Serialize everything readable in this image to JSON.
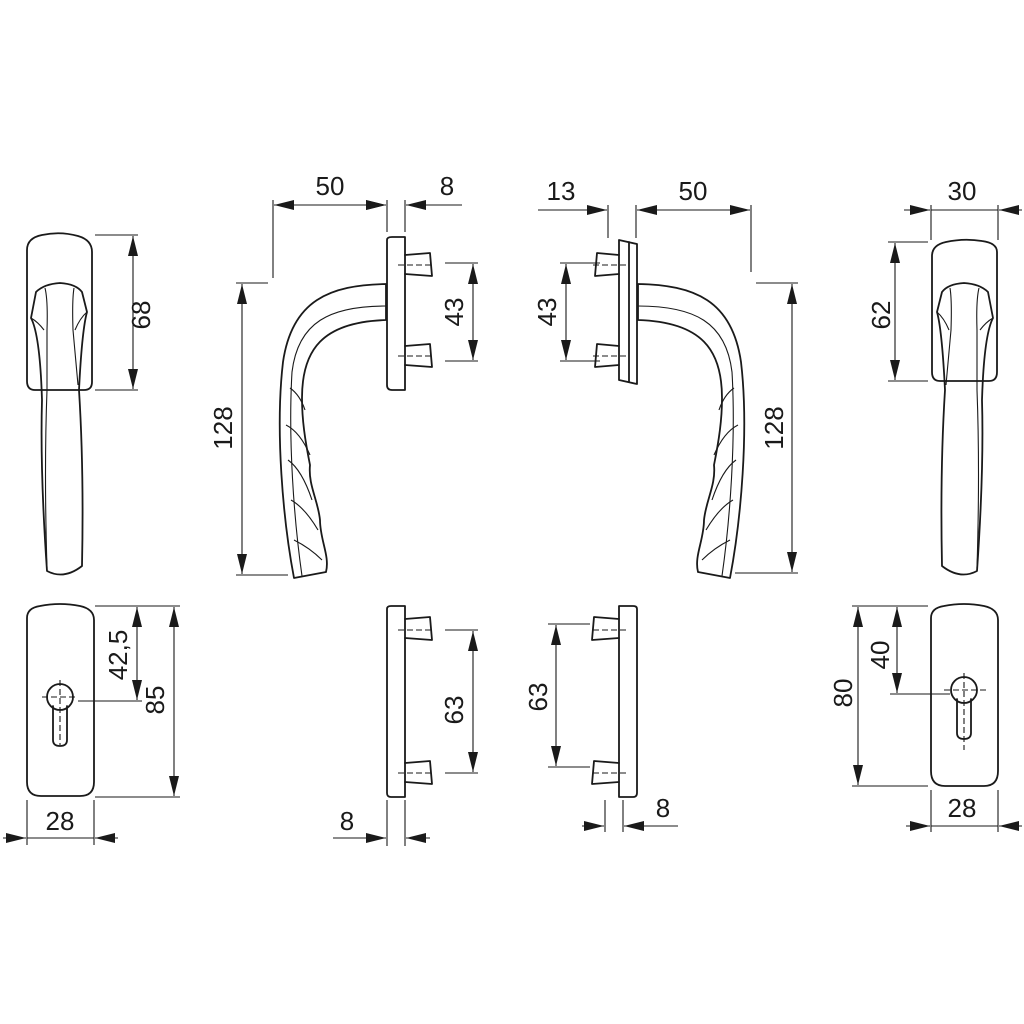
{
  "title": "Window handle dimension drawing",
  "units_note": "",
  "colors": {
    "line": "#1a1a1a",
    "background": "#ffffff"
  },
  "top_row": {
    "front_left": {
      "height": "68"
    },
    "side_left": {
      "projection": "50",
      "plate_thickness": "8",
      "total_height": "128",
      "pin_spacing": "43"
    },
    "side_right": {
      "offset": "13",
      "projection": "50",
      "total_height": "128",
      "pin_spacing": "43"
    },
    "front_right": {
      "width": "30",
      "height": "62"
    }
  },
  "bottom_row": {
    "rosette_left": {
      "key_center": "42,5",
      "height": "85",
      "width": "28"
    },
    "plate_left": {
      "pin_spacing": "63",
      "thickness": "8"
    },
    "plate_right": {
      "pin_spacing": "63",
      "thickness": "8"
    },
    "rosette_right": {
      "height": "80",
      "key_center": "40",
      "width": "28"
    }
  }
}
